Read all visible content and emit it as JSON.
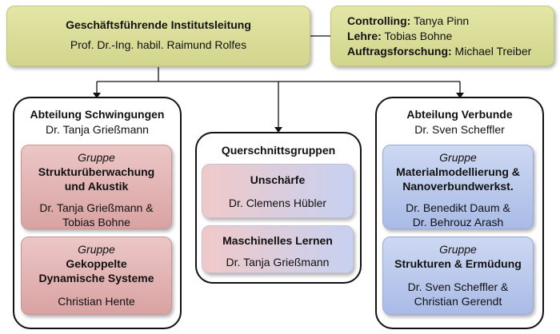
{
  "leadership": {
    "title": "Geschäftsführende Institutsleitung",
    "name": "Prof. Dr.-Ing. habil. Raimund Rolfes"
  },
  "staff": [
    {
      "role": "Controlling:",
      "name": " Tanya Pinn"
    },
    {
      "role": "Lehre:",
      "name": " Tobias Bohne"
    },
    {
      "role": "Auftragsforschung:",
      "name": " Michael Treiber"
    }
  ],
  "departments": {
    "left": {
      "title": "Abteilung Schwingungen",
      "head": "Dr. Tanja Grießmann",
      "groups": [
        {
          "label": "Gruppe",
          "title_line1": "Strukturüberwachung",
          "title_line2": "und Akustik",
          "members_line1": "Dr. Tanja Grießmann &",
          "members_line2": "Tobias Bohne"
        },
        {
          "label": "Gruppe",
          "title_line1": "Gekoppelte",
          "title_line2": "Dynamische Systeme",
          "members_line1": "Christian Hente"
        }
      ]
    },
    "center": {
      "title": "Querschnittsgruppen",
      "groups": [
        {
          "title": "Unschärfe",
          "members": "Dr. Clemens Hübler"
        },
        {
          "title": "Maschinelles Lernen",
          "members": "Dr. Tanja Grießmann"
        }
      ]
    },
    "right": {
      "title": "Abteilung Verbunde",
      "head": "Dr. Sven Scheffler",
      "groups": [
        {
          "label": "Gruppe",
          "title_line1": "Materialmodellierung &",
          "title_line2": "Nanoverbundwerkst.",
          "members_line1": "Dr. Benedikt Daum &",
          "members_line2": "Dr. Behrouz Arash"
        },
        {
          "label": "Gruppe",
          "title_line1": "Strukturen & Ermüdung",
          "members_line1": "Dr. Sven Scheffler &",
          "members_line2": "Christian Gerendt"
        }
      ]
    }
  }
}
